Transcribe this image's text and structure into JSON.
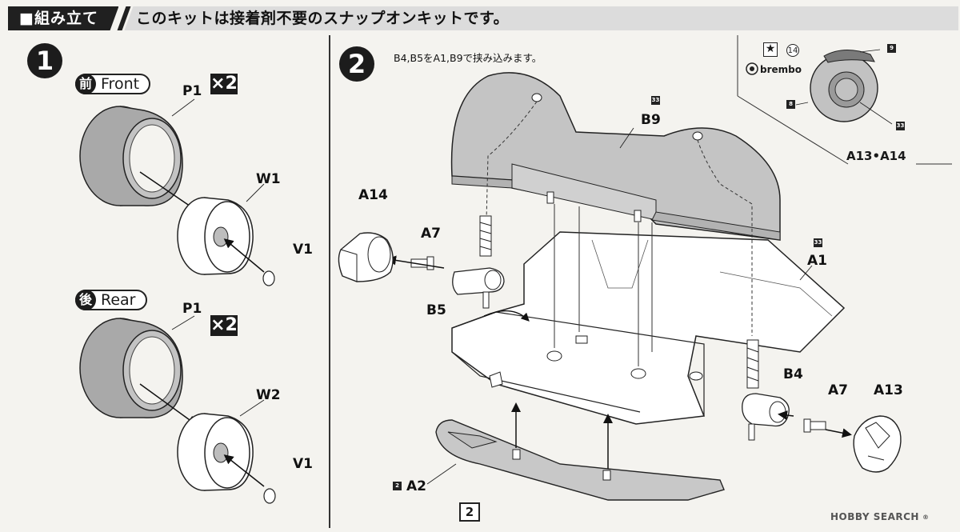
{
  "header": {
    "section_title": "■組み立て",
    "notice": "このキットは接着剤不要のスナップオンキットです。"
  },
  "step1": {
    "number": "1",
    "front": {
      "kanji": "前",
      "label": "Front",
      "qty": "×2",
      "parts": [
        "P1",
        "W1",
        "V1"
      ]
    },
    "rear": {
      "kanji": "後",
      "label": "Rear",
      "qty": "×2",
      "parts": [
        "P1",
        "W2",
        "V1"
      ]
    }
  },
  "step2": {
    "number": "2",
    "instruction": "B4,B5をA1,B9で挟み込みます。",
    "parts": {
      "b9": "B9",
      "a14": "A14",
      "a7_left": "A7",
      "b5": "B5",
      "a1": "A1",
      "b4": "B4",
      "a7_right": "A7",
      "a13": "A13",
      "a2": "A2"
    },
    "paint_codes": {
      "b9": "33",
      "a1": "33",
      "a2": "2",
      "inset_caliper": "9",
      "inset_disc": "8",
      "inset_hub": "33"
    },
    "inset": {
      "label": "A13•A14",
      "brand": "brembo",
      "paint_circle": "14",
      "star": "★"
    }
  },
  "page_number": "2",
  "watermark": {
    "text": "HOBBY SEARCH",
    "reg": "®"
  },
  "colors": {
    "background": "#f4f3ef",
    "dark": "#1c1c1c",
    "part_gray": "#bdbdbd",
    "tire_gray": "#a9a9a9",
    "header_band": "#dcdcdc"
  }
}
